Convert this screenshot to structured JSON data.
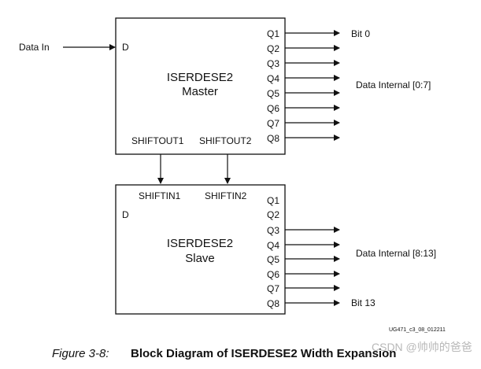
{
  "master": {
    "input_label": "D",
    "name_line1": "ISERDESE2",
    "name_line2": "Master",
    "outputs": [
      "Q1",
      "Q2",
      "Q3",
      "Q4",
      "Q5",
      "Q6",
      "Q7",
      "Q8"
    ],
    "shiftouts": [
      "SHIFTOUT1",
      "SHIFTOUT2"
    ]
  },
  "slave": {
    "input_label": "D",
    "name_line1": "ISERDESE2",
    "name_line2": "Slave",
    "outputs": [
      "Q1",
      "Q2",
      "Q3",
      "Q4",
      "Q5",
      "Q6",
      "Q7",
      "Q8"
    ],
    "shiftins": [
      "SHIFTIN1",
      "SHIFTIN2"
    ]
  },
  "signals": {
    "data_in": "Data In",
    "bit0": "Bit 0",
    "data_internal_master": "Data Internal [0:7]",
    "data_internal_slave": "Data Internal [8:13]",
    "bit13": "Bit 13"
  },
  "figure_id": "UG471_c3_08_012211",
  "caption": {
    "number": "Figure 3-8:",
    "title": "Block Diagram of ISERDESE2 Width Expansion"
  },
  "watermark": "CSDN @帅帅的爸爸"
}
